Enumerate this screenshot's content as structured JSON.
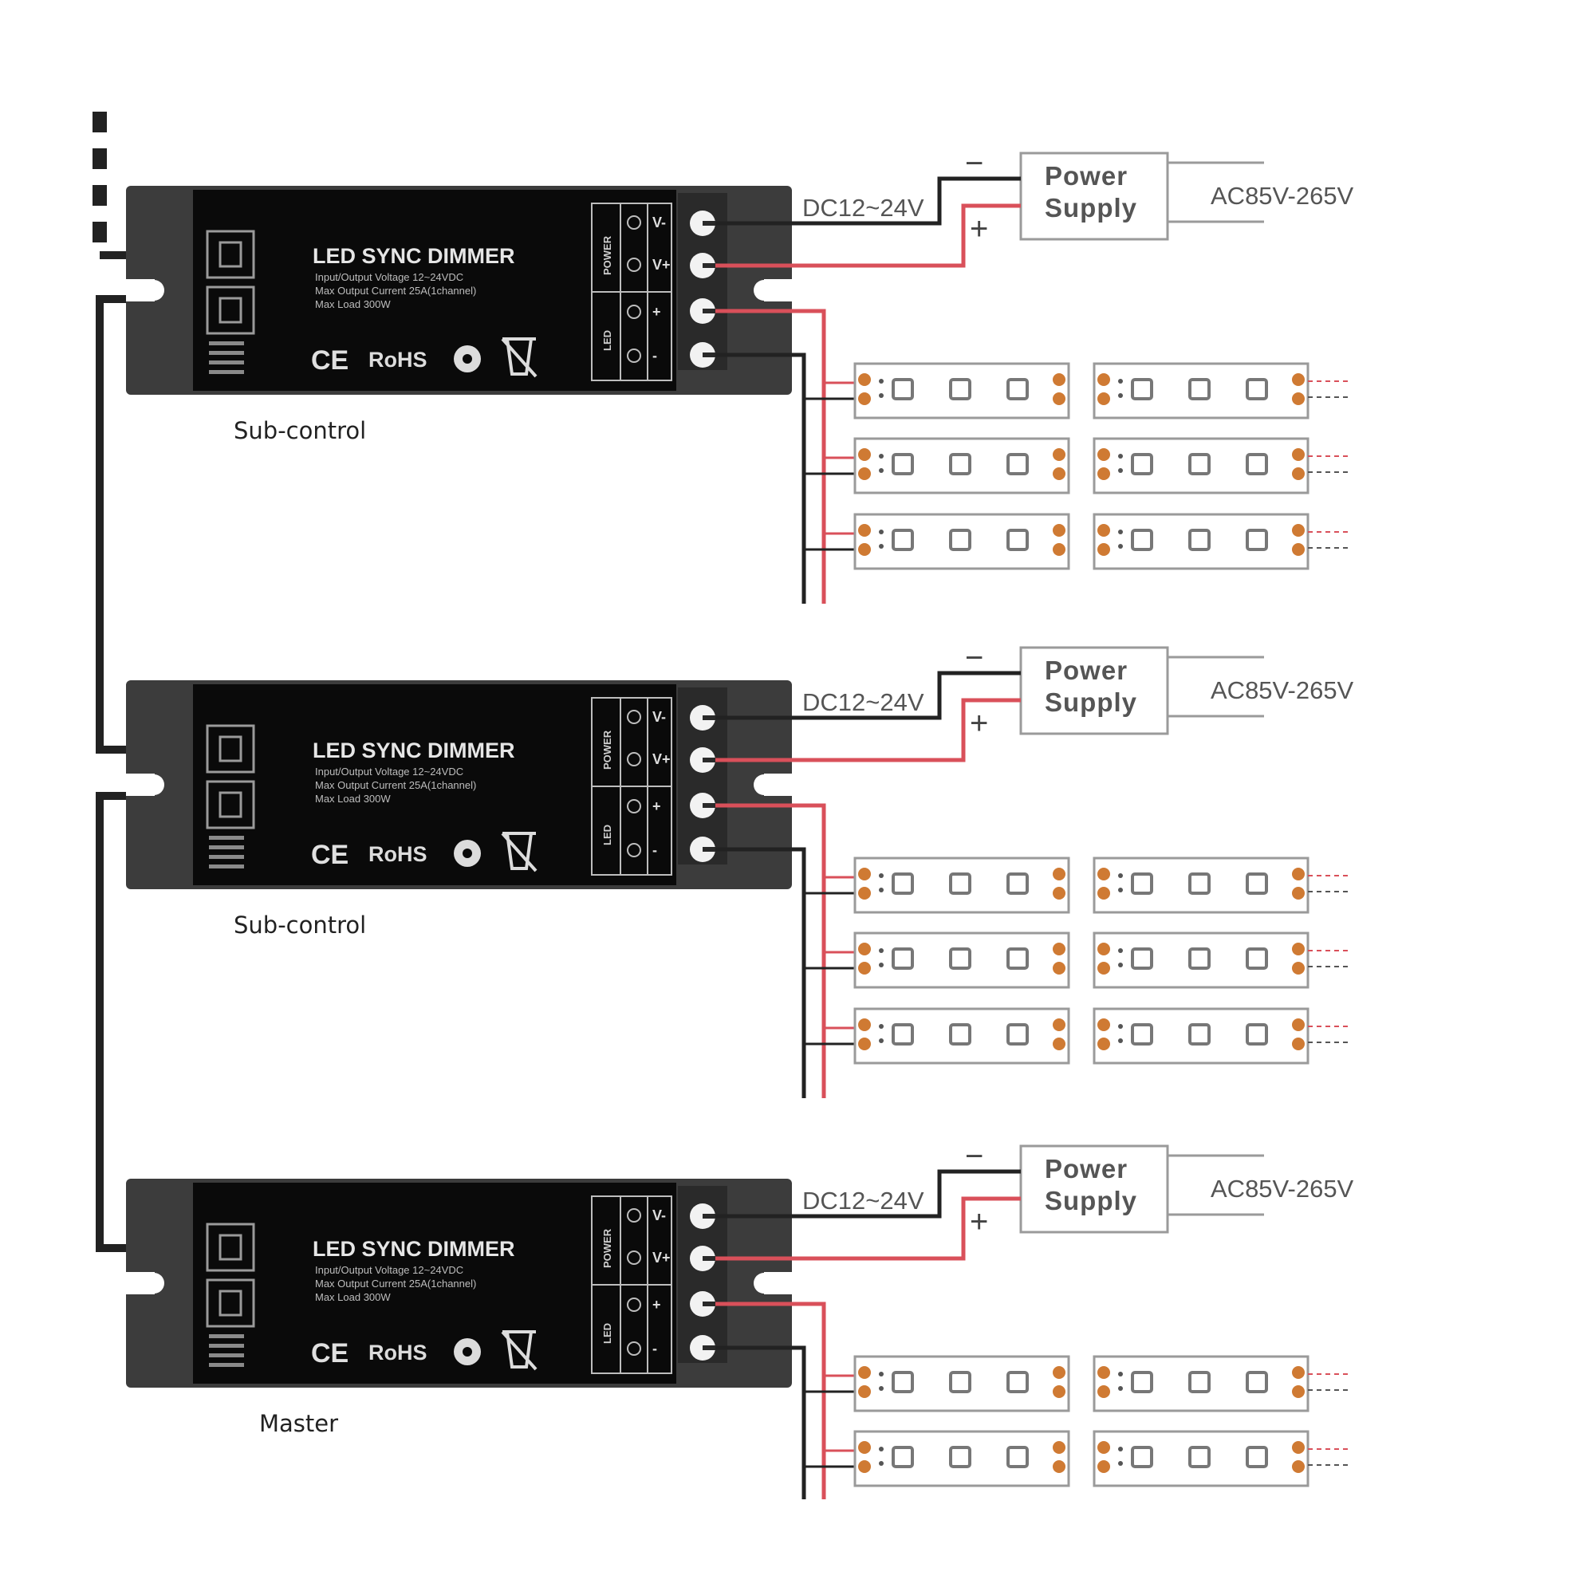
{
  "units": [
    {
      "role": "Sub-control",
      "device_title": "LED SYNC DIMMER",
      "spec_lines": [
        "Input/Output Voltage 12~24VDC",
        "Max Output Current 25A(1channel)",
        "Max Load 300W"
      ],
      "cert_ce": "CE",
      "cert_rohs": "RoHS",
      "terminal_group_power": "POWER",
      "terminal_group_led": "LED",
      "terminal_symbols": [
        "V-",
        "V+",
        "+",
        "-"
      ],
      "dc_label": "DC12~24V",
      "psu_line1": "Power",
      "psu_line2": "Supply",
      "ac_label": "AC85V-265V",
      "minus_sign": "−",
      "plus_sign": "+",
      "strip_rows": 3
    },
    {
      "role": "Sub-control",
      "device_title": "LED SYNC DIMMER",
      "spec_lines": [
        "Input/Output Voltage 12~24VDC",
        "Max Output Current 25A(1channel)",
        "Max Load 300W"
      ],
      "cert_ce": "CE",
      "cert_rohs": "RoHS",
      "terminal_group_power": "POWER",
      "terminal_group_led": "LED",
      "terminal_symbols": [
        "V-",
        "V+",
        "+",
        "-"
      ],
      "dc_label": "DC12~24V",
      "psu_line1": "Power",
      "psu_line2": "Supply",
      "ac_label": "AC85V-265V",
      "minus_sign": "−",
      "plus_sign": "+",
      "strip_rows": 3
    },
    {
      "role": "Master",
      "device_title": "LED SYNC DIMMER",
      "spec_lines": [
        "Input/Output Voltage 12~24VDC",
        "Max Output Current 25A(1channel)",
        "Max Load 300W"
      ],
      "cert_ce": "CE",
      "cert_rohs": "RoHS",
      "terminal_group_power": "POWER",
      "terminal_group_led": "LED",
      "terminal_symbols": [
        "V-",
        "V+",
        "+",
        "-"
      ],
      "dc_label": "DC12~24V",
      "psu_line1": "Power",
      "psu_line2": "Supply",
      "ac_label": "AC85V-265V",
      "minus_sign": "−",
      "plus_sign": "+",
      "strip_rows": 2
    }
  ],
  "colors": {
    "positive_wire": "#d9505a",
    "negative_wire": "#222222",
    "device_body": "#0a0a0a",
    "device_frame": "#3c3c3c",
    "led_pad": "#cf7a33",
    "strip_border": "#9a9a9a"
  }
}
